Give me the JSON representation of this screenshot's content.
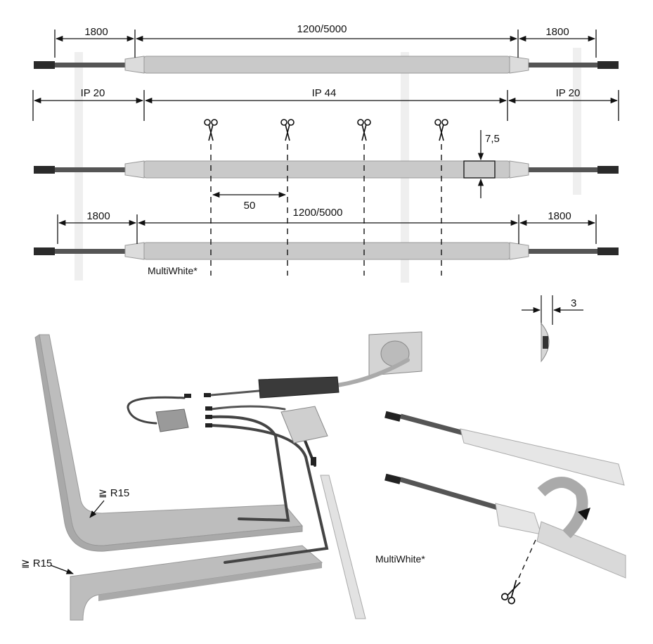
{
  "dims": {
    "lead_left": "1800",
    "strip": "1200/5000",
    "lead_right": "1800",
    "ip_left": "IP 20",
    "ip_mid": "IP 44",
    "ip_right": "IP 20",
    "cut_interval": "50",
    "height": "7,5",
    "thickness": "3",
    "lead_left_3": "1800",
    "strip_3": "1200/5000",
    "lead_right_3": "1800"
  },
  "labels": {
    "multiwhite_top": "MultiWhite*",
    "multiwhite_bottom": "MultiWhite*",
    "radius_upper": "≧ R15",
    "radius_lower": "≧ R15"
  },
  "colors": {
    "strip": "#c9c9c9",
    "profile": "#b9b9b9",
    "cable": "#444444",
    "connector": "#2a2a2a",
    "cut_mark_column": "#efefef"
  }
}
